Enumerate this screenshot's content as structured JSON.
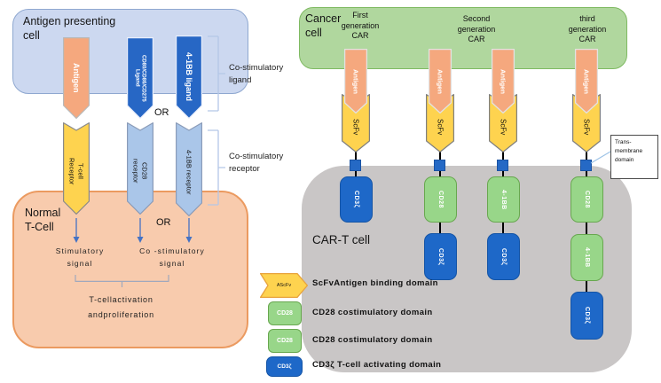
{
  "colors": {
    "apc_fill": "#ccd8f0",
    "apc_border": "#8fa8d0",
    "tcell_fill": "#f8cbad",
    "tcell_border": "#eb9a60",
    "cancer_fill": "#b0d79e",
    "cancer_border": "#7fba62",
    "cart_fill": "#c9c6c6",
    "antigen_arrow": "#f5a87e",
    "ligand_arrow": "#2767c5",
    "receptor_arrow": "#aac6e9",
    "tcr_arrow": "#fed34f",
    "scfv_arrow": "#fed34f",
    "domain_green": "#98d689",
    "domain_blue": "#1e68c8",
    "tm_square": "#2569c5",
    "thin_arrow": "#4472c4",
    "bracket": "#b4c7e7"
  },
  "apc": {
    "title_l1": "Antigen presenting",
    "title_l2": "cell"
  },
  "left": {
    "antigen": "Antigen",
    "ligand1_l1": "CD80/CD86/CD275",
    "ligand1_l2": "Ligand",
    "ligand2": "4-1BB ligand",
    "or_top": "OR",
    "tcr_l1": "T-cell",
    "tcr_l2": "Receptor",
    "cd28_l1": "CD28",
    "cd28_l2": "receptor",
    "bb_receptor": "4-1BB receptor",
    "bracket_ligand_l1": "Co-stimulatory",
    "bracket_ligand_l2": "ligand",
    "bracket_receptor_l1": "Co-stimulatory",
    "bracket_receptor_l2": "receptor"
  },
  "tcell": {
    "title_l1": "Normal",
    "title_l2": "T-Cell",
    "or": "OR",
    "stim_l1": "Stimulatory",
    "stim_l2": "signal",
    "costim_l1": "Co -stimulatory",
    "costim_l2": "signal",
    "act_l1": "T-cellactivation",
    "act_l2": "andproliferation"
  },
  "cancer": {
    "title_l1": "Cancer",
    "title_l2": "cell",
    "gen1_l1": "First",
    "gen1_l2": "generation",
    "gen1_l3": "CAR",
    "gen2_l1": "Second",
    "gen2_l2": "generation",
    "gen2_l3": "CAR",
    "gen3_l1": "third",
    "gen3_l2": "generation",
    "gen3_l3": "CAR"
  },
  "car": {
    "antigen": "Antigen",
    "scfv": "ScFv",
    "col1_box1": "CD3ζ",
    "col2_box1": "CD28",
    "col2_box2": "CD3ζ",
    "col3_box1": "4-1BB",
    "col3_box2": "CD3ζ",
    "col4_box1": "CD28",
    "col4_box2": "4-1BB",
    "col4_box3": "CD3ζ",
    "cart_title": "CAR-T cell",
    "tm_l1": "Trans-",
    "tm_l2": "membrane",
    "tm_l3": "domain"
  },
  "legend": {
    "item1_icon": "AScFv",
    "item1_text": "ScFvAntigen binding domain",
    "item2_icon": "CD28",
    "item2_text": "CD28 costimulatory domain",
    "item3_icon": "CD28",
    "item3_text": "CD28 costimulatory domain",
    "item4_icon": "CD3ζ",
    "item4_text": "CD3ζ T-cell activating domain"
  }
}
